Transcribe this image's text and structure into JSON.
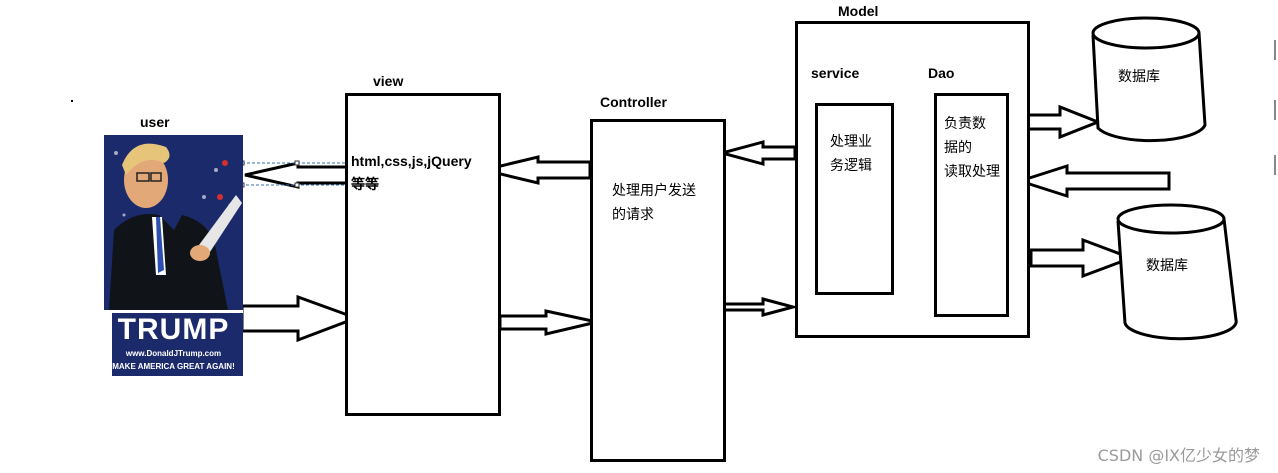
{
  "labels": {
    "user": "user",
    "view": "view",
    "controller": "Controller",
    "model": "Model",
    "service": "service",
    "dao": "Dao"
  },
  "view_box": {
    "text": "html,css,js,jQuery\n等等"
  },
  "controller_box": {
    "text": "处理用户发送\n的请求"
  },
  "service_box": {
    "text": "处理业\n务逻辑"
  },
  "dao_box": {
    "text": "负责数\n据的\n读取处理"
  },
  "databases": [
    {
      "label": "数据库"
    },
    {
      "label": "数据库"
    }
  ],
  "photo": {
    "caption_main": "TRUMP",
    "caption_url": "www.DonaldJTrump.com",
    "caption_slogan": "MAKE AMERICA GREAT AGAIN!",
    "bg_color": "#1b2a6b"
  },
  "watermark": "CSDN @IX亿少女的梦"
}
